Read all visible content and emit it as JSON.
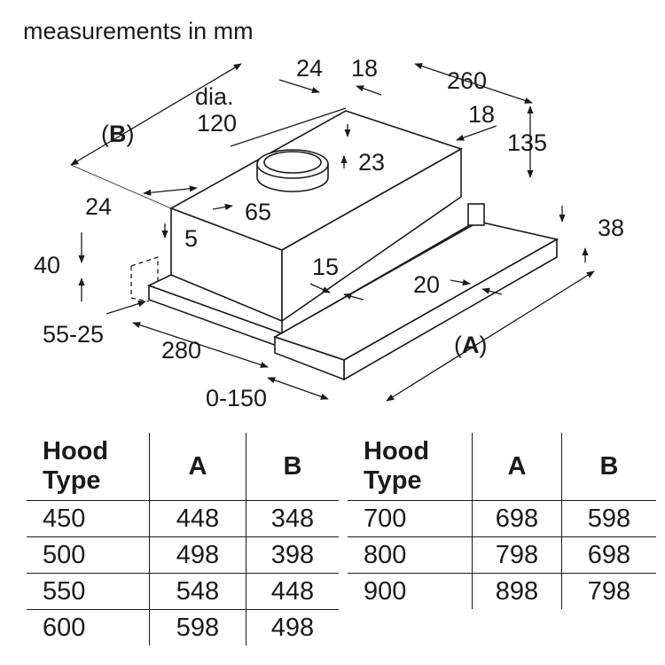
{
  "title": "measurements in mm",
  "dimensions": {
    "d24_top": "24",
    "d18_top": "18",
    "d260": "260",
    "dia_label": "dia.",
    "dia_value": "120",
    "b_open": "(",
    "b_letter": "B",
    "b_close": ")",
    "d18_right": "18",
    "d135": "135",
    "d23": "23",
    "d24_left": "24",
    "d65": "65",
    "d5": "5",
    "d38": "38",
    "d40": "40",
    "d15": "15",
    "d20": "20",
    "d55_25": "55-25",
    "d280": "280",
    "a_open": "(",
    "a_letter": "A",
    "a_close": ")",
    "d0_150": "0-150"
  },
  "table_left": {
    "headers": [
      "Hood\nType",
      "A",
      "B"
    ],
    "rows": [
      [
        "450",
        "448",
        "348"
      ],
      [
        "500",
        "498",
        "398"
      ],
      [
        "550",
        "548",
        "448"
      ],
      [
        "600",
        "598",
        "498"
      ]
    ]
  },
  "table_right": {
    "headers": [
      "Hood\nType",
      "A",
      "B"
    ],
    "rows": [
      [
        "700",
        "698",
        "598"
      ],
      [
        "800",
        "798",
        "698"
      ],
      [
        "900",
        "898",
        "798"
      ]
    ]
  }
}
